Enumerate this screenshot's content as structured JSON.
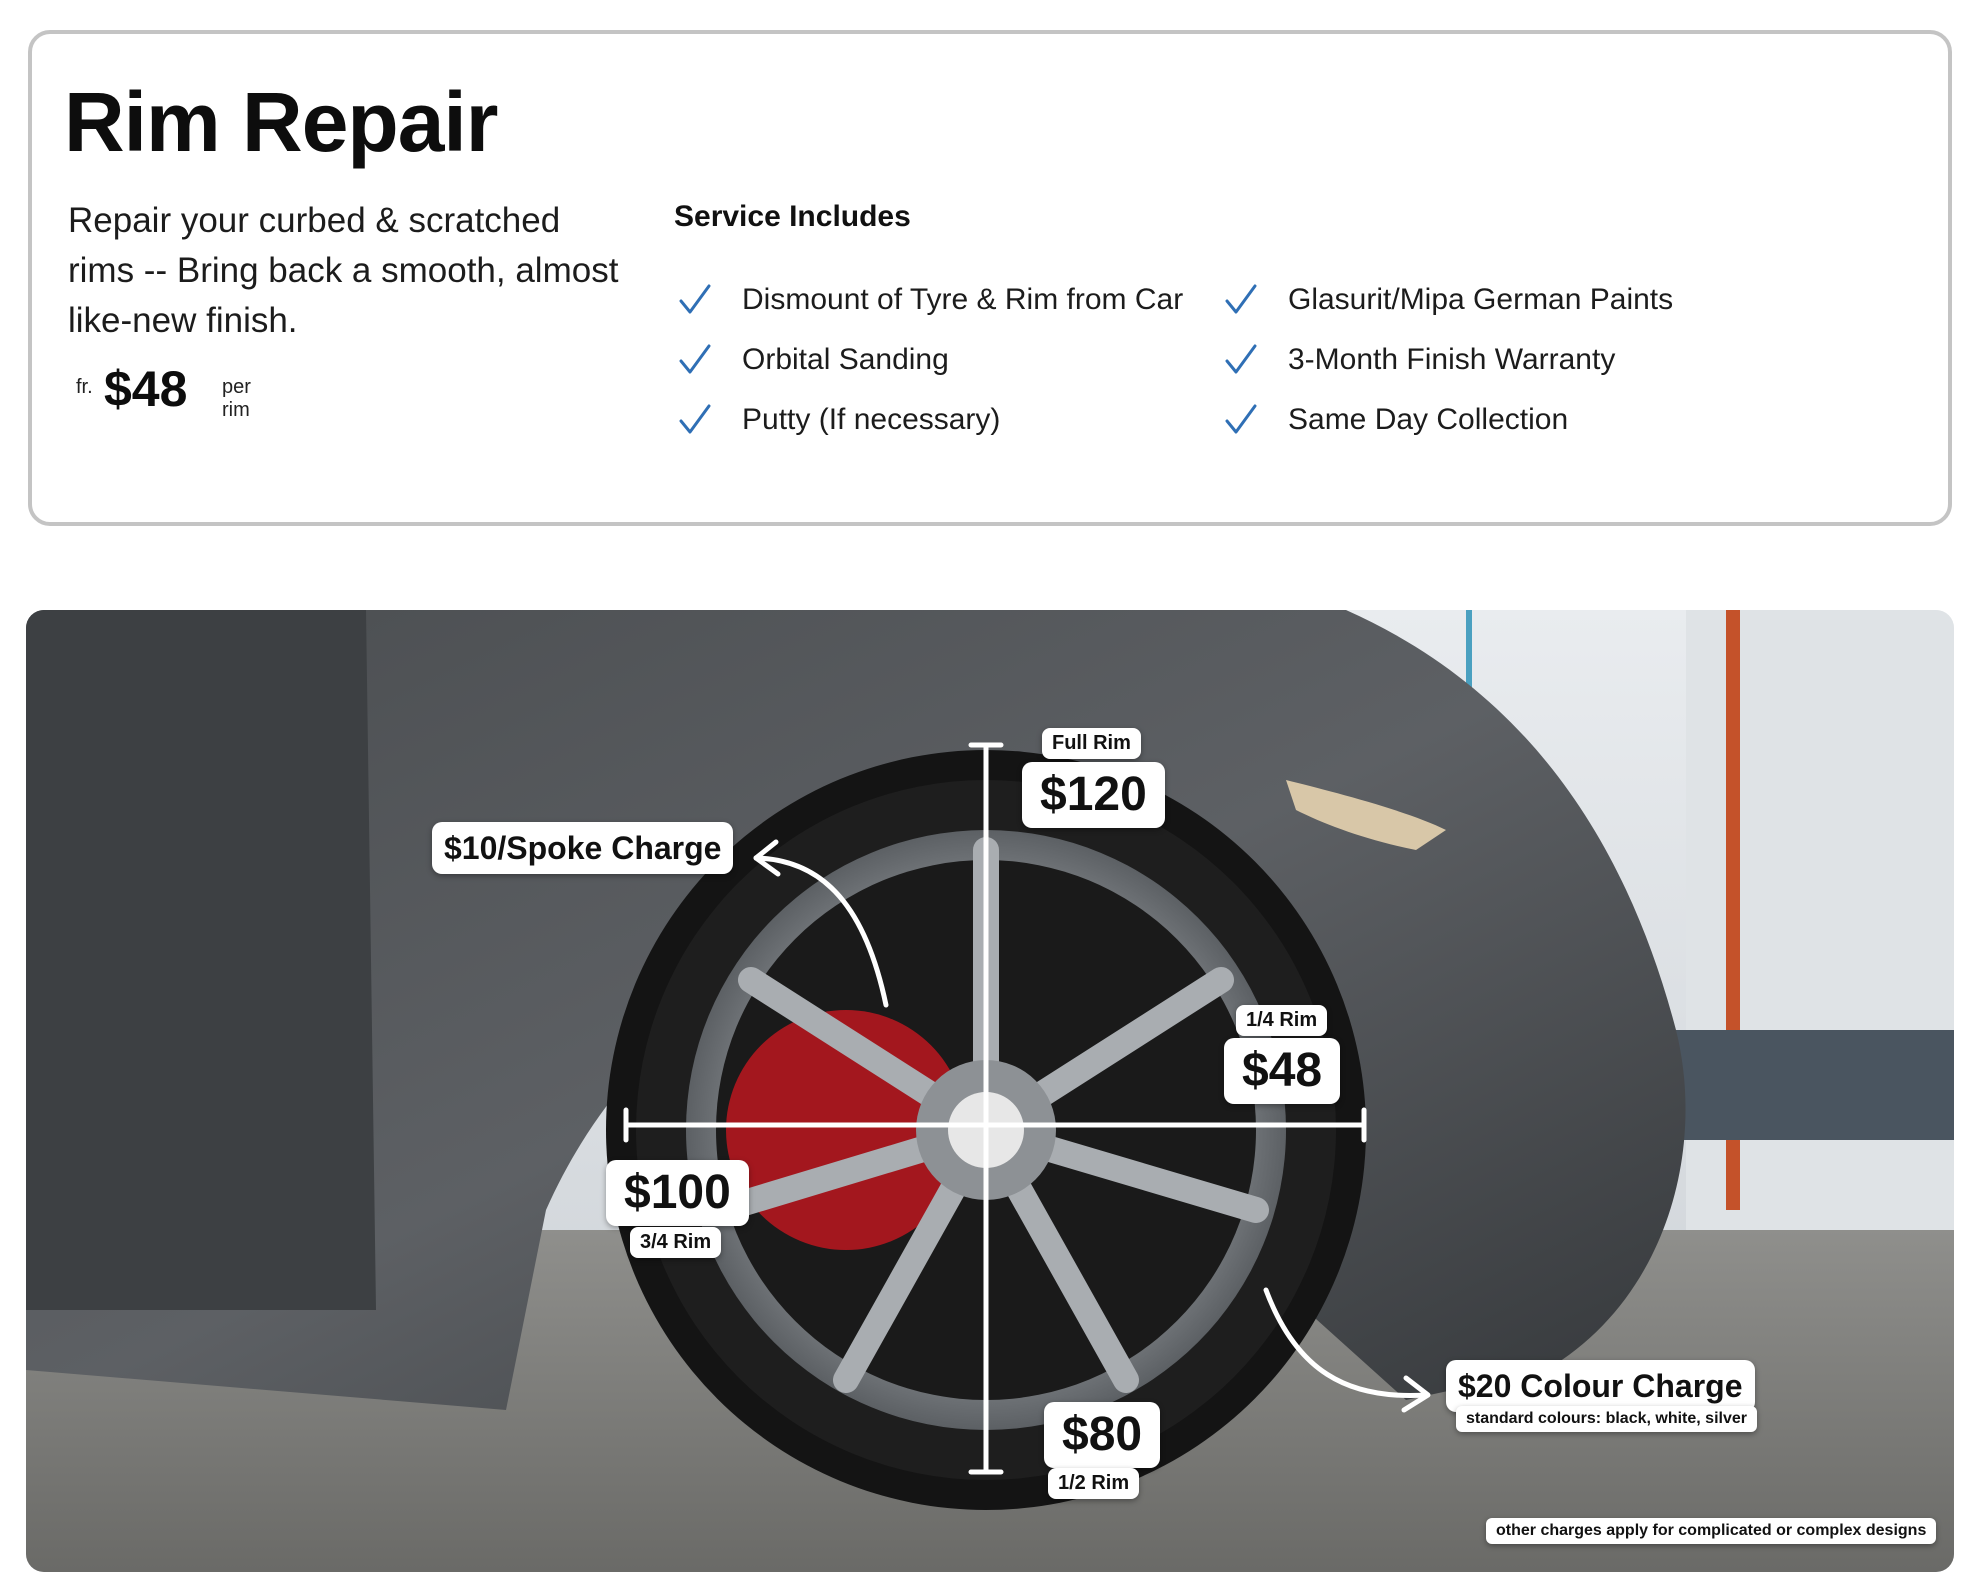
{
  "header": {
    "title": "Rim Repair",
    "description": "Repair your curbed & scratched rims -- Bring back a smooth, almost like-new finish.",
    "price_prefix": "fr.",
    "price": "$48",
    "price_suffix": "per rim"
  },
  "includes": {
    "title": "Service Includes",
    "check_icon": "check-icon",
    "check_color": "#2f6fb5",
    "items": [
      "Dismount of Tyre & Rim from Car",
      "Orbital Sanding",
      "Putty (If necessary)",
      "Glasurit/Mipa German Paints",
      "3-Month Finish Warranty",
      "Same Day Collection"
    ]
  },
  "photo": {
    "full_rim": {
      "label": "Full Rim",
      "price": "$120"
    },
    "quarter_rim": {
      "label": "1/4 Rim",
      "price": "$48"
    },
    "three_quarter_rim": {
      "label": "3/4 Rim",
      "price": "$100"
    },
    "half_rim": {
      "label": "1/2 Rim",
      "price": "$80"
    },
    "spoke_charge": "$10/Spoke Charge",
    "colour_charge": {
      "title": "$20 Colour Charge",
      "note": "standard colours: black, white, silver"
    },
    "footnote": "other charges apply for complicated or complex designs"
  }
}
